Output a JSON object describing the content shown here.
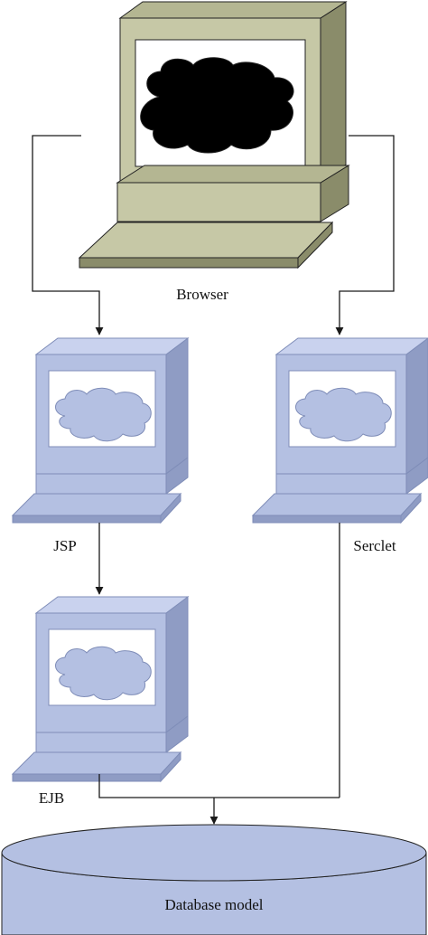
{
  "nodes": {
    "browser": {
      "label": "Browser",
      "icon": "desktop-computer-icon",
      "fill": "#c6c8a6",
      "shade": "#8a8c6a",
      "cloud": "#000000"
    },
    "jsp": {
      "label": "JSP",
      "icon": "desktop-computer-icon",
      "fill": "#b4c0e2",
      "shade": "#8f9cc4",
      "cloud": "#b4c0e2"
    },
    "servlet": {
      "label": "Serclet",
      "icon": "desktop-computer-icon",
      "fill": "#b4c0e2",
      "shade": "#8f9cc4",
      "cloud": "#b4c0e2"
    },
    "ejb": {
      "label": "EJB",
      "icon": "desktop-computer-icon",
      "fill": "#b4c0e2",
      "shade": "#8f9cc4",
      "cloud": "#b4c0e2"
    },
    "database": {
      "label": "Database model",
      "icon": "database-cylinder-icon",
      "fill": "#b4c0e2"
    }
  },
  "edges": [
    {
      "from": "browser",
      "to": "jsp"
    },
    {
      "from": "browser",
      "to": "servlet"
    },
    {
      "from": "jsp",
      "to": "ejb"
    },
    {
      "from": "ejb",
      "to": "database"
    },
    {
      "from": "servlet",
      "to": "database"
    }
  ]
}
